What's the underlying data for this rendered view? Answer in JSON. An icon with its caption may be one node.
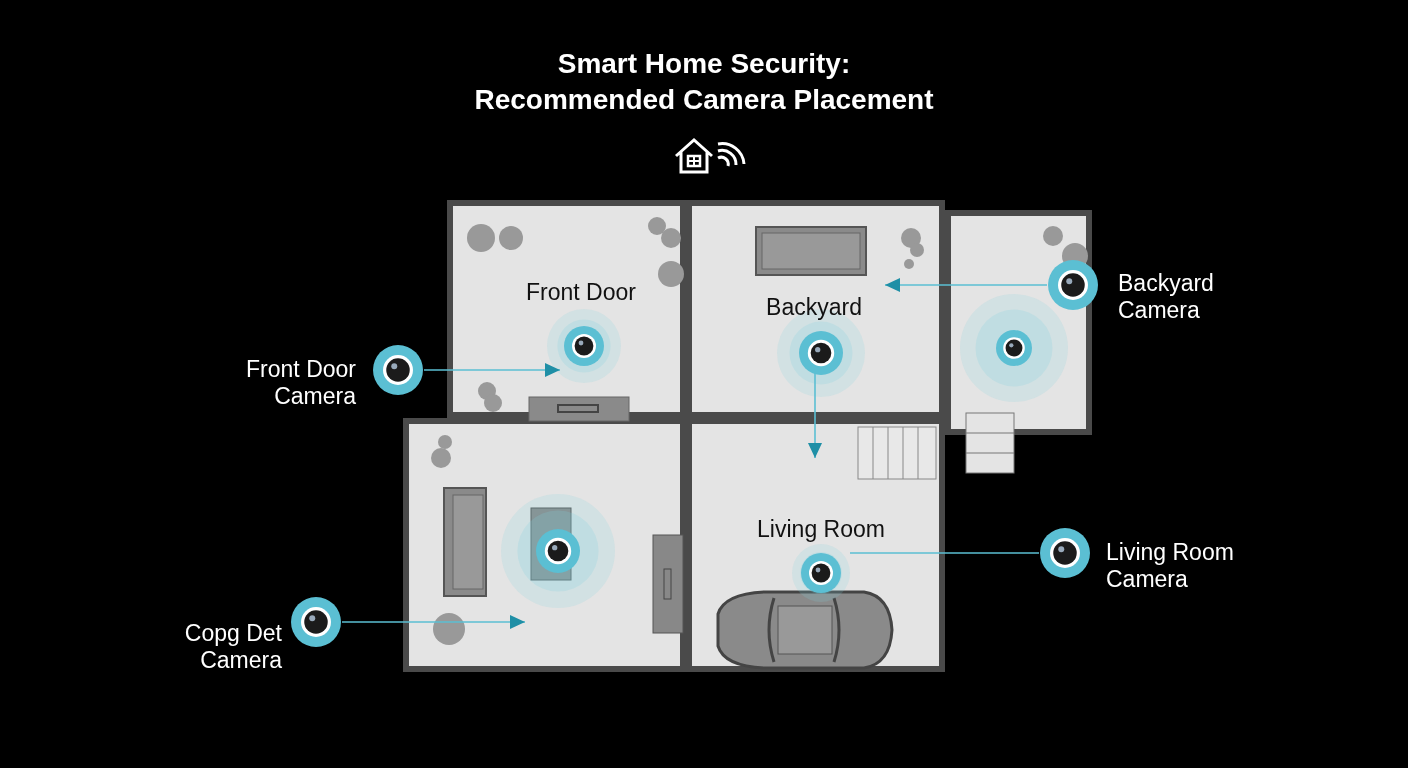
{
  "diagram": {
    "title": "Smart Home Security: Recommended Camera Placement",
    "nodes": [
      {
        "text": [
          "Front Door"
        ]
      },
      {
        "text": [
          "Backyard"
        ]
      },
      {
        "text": [],
        "shape": "box"
      },
      {
        "text": [
          "Front Door Camera"
        ]
      },
      {
        "text": [
          "Backyard Camera"
        ]
      },
      {
        "text": [],
        "shape": "box"
      },
      {
        "text": [
          "Living Room"
        ]
      },
      {
        "text": [
          "Living Room Camera"
        ]
      },
      {
        "text": [
          "Copg Det Camera"
        ]
      }
    ],
    "edges": [
      {
        "from": 3,
        "to": 0,
        "arrow": "to"
      },
      {
        "from": 4,
        "to": 1,
        "arrow": "to"
      },
      {
        "from": 1,
        "to": 6,
        "arrow": "to"
      },
      {
        "from": 7,
        "to": 6,
        "arrow": "none"
      },
      {
        "from": 8,
        "to": 5,
        "arrow": "to"
      }
    ]
  }
}
